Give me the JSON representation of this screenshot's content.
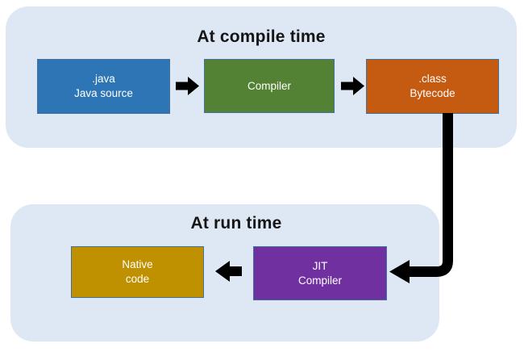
{
  "sections": {
    "compile": {
      "title": "At compile time",
      "boxes": {
        "java": {
          "line1": ".java",
          "line2": "Java source",
          "color": "#2E75B6"
        },
        "compiler": {
          "line1": "Compiler",
          "line2": "",
          "color": "#548235"
        },
        "class": {
          "line1": ".class",
          "line2": "Bytecode",
          "color": "#C55A11"
        }
      }
    },
    "run": {
      "title": "At run time",
      "boxes": {
        "native": {
          "line1": "Native",
          "line2": "code",
          "color": "#BF9000"
        },
        "jit": {
          "line1": "JIT",
          "line2": "Compiler",
          "color": "#7030A0"
        }
      }
    }
  },
  "colors": {
    "section_bg": "#DEE8F5",
    "arrow": "#000000",
    "box_border": "#41719C",
    "box_text": "#FFFFFF",
    "title_text": "#151515",
    "page_bg": "#FFFFFF"
  },
  "icons": {
    "arrow_right": "right-block-arrow",
    "arrow_left": "left-block-arrow",
    "elbow": "elbow-connector-arrow-down-left"
  }
}
